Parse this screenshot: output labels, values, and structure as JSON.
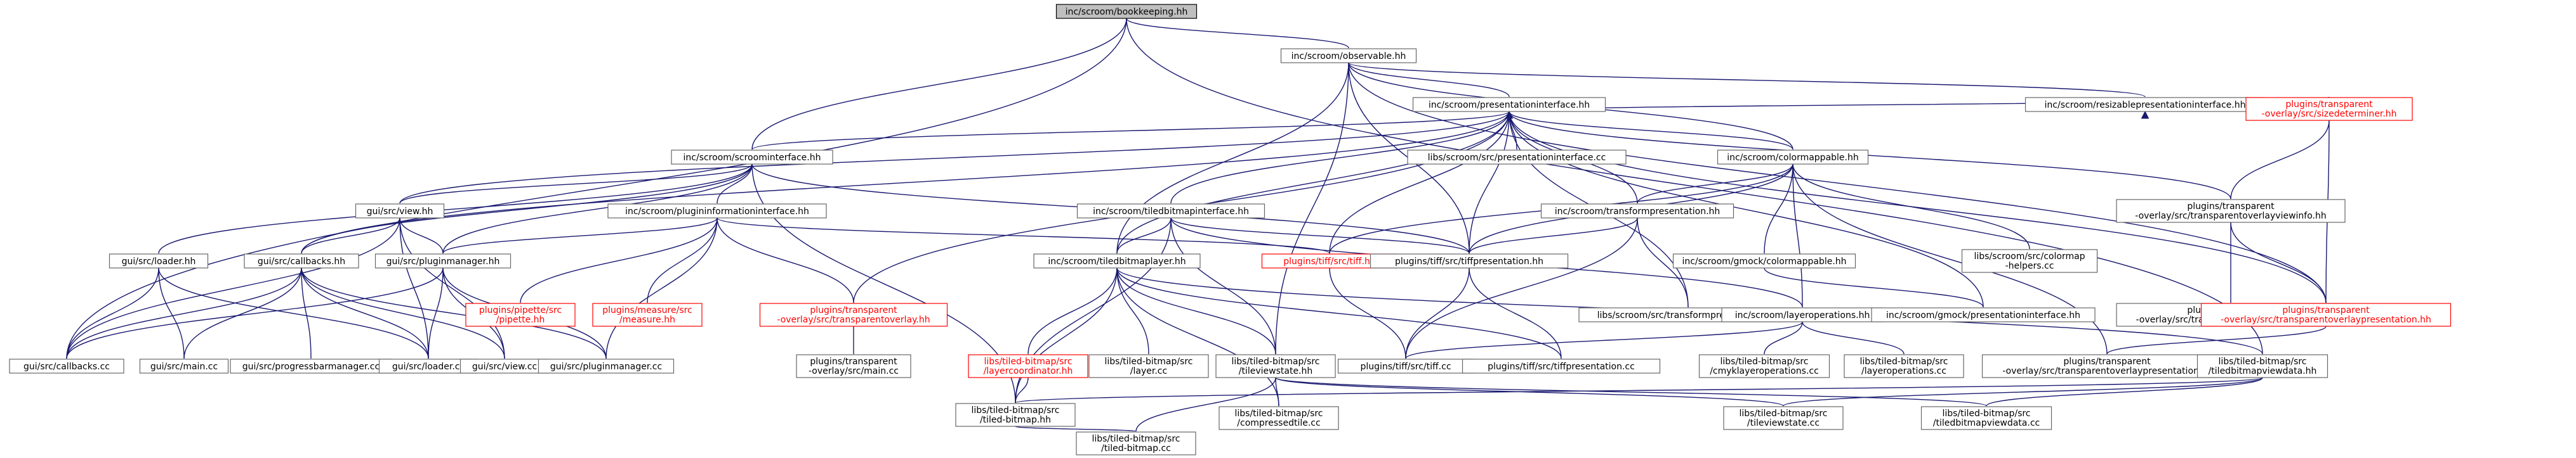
{
  "diagram": {
    "nodes": [
      {
        "id": "n_bk",
        "lines": [
          "inc/scroom/bookkeeping.hh"
        ],
        "root": true
      },
      {
        "id": "n_obs",
        "lines": [
          "inc/scroom/observable.hh"
        ]
      },
      {
        "id": "n_pi",
        "lines": [
          "inc/scroom/presentationinterface.hh"
        ]
      },
      {
        "id": "n_rpi",
        "lines": [
          "inc/scroom/resizablepresentationinterface.hh"
        ]
      },
      {
        "id": "n_sdet",
        "lines": [
          "plugins/transparent",
          "-overlay/src/sizedeterminer.hh"
        ],
        "red": true
      },
      {
        "id": "n_si",
        "lines": [
          "inc/scroom/scroominterface.hh"
        ]
      },
      {
        "id": "n_lpi",
        "lines": [
          "libs/scroom/src/presentationinterface.cc"
        ]
      },
      {
        "id": "n_cm",
        "lines": [
          "inc/scroom/colormappable.hh"
        ]
      },
      {
        "id": "n_tovi",
        "lines": [
          "plugins/transparent",
          "-overlay/src/transparentoverlayviewinfo.hh"
        ]
      },
      {
        "id": "n_view",
        "lines": [
          "gui/src/view.hh"
        ]
      },
      {
        "id": "n_pii",
        "lines": [
          "inc/scroom/plugininformationinterface.hh"
        ]
      },
      {
        "id": "n_tbi",
        "lines": [
          "inc/scroom/tiledbitmapinterface.hh"
        ]
      },
      {
        "id": "n_tp",
        "lines": [
          "inc/scroom/transformpresentation.hh"
        ]
      },
      {
        "id": "n_gcm",
        "lines": [
          "inc/scroom/gmock/colormappable.hh"
        ]
      },
      {
        "id": "n_cmh",
        "lines": [
          "libs/scroom/src/colormap",
          "-helpers.cc"
        ]
      },
      {
        "id": "n_toviCC",
        "lines": [
          "plugins/transparent",
          "-overlay/src/transparentoverlayviewinfo.cc"
        ]
      },
      {
        "id": "n_top",
        "lines": [
          "plugins/transparent",
          "-overlay/src/transparentoverlaypresentation.hh"
        ],
        "red": true
      },
      {
        "id": "n_loader",
        "lines": [
          "gui/src/loader.hh"
        ]
      },
      {
        "id": "n_cb",
        "lines": [
          "gui/src/callbacks.hh"
        ]
      },
      {
        "id": "n_pm",
        "lines": [
          "gui/src/pluginmanager.hh"
        ]
      },
      {
        "id": "n_pip",
        "lines": [
          "plugins/pipette/src",
          "/pipette.hh"
        ],
        "red": true
      },
      {
        "id": "n_meas",
        "lines": [
          "plugins/measure/src",
          "/measure.hh"
        ],
        "red": true
      },
      {
        "id": "n_to",
        "lines": [
          "plugins/transparent",
          "-overlay/src/transparentoverlay.hh"
        ],
        "red": true
      },
      {
        "id": "n_tbl",
        "lines": [
          "inc/scroom/tiledbitmaplayer.hh"
        ]
      },
      {
        "id": "n_tiff",
        "lines": [
          "plugins/tiff/src/tiff.hh"
        ],
        "red": true
      },
      {
        "id": "n_tiffp",
        "lines": [
          "plugins/tiff/src/tiffpresentation.hh"
        ]
      },
      {
        "id": "n_ltp",
        "lines": [
          "libs/scroom/src/transformpresentation.cc"
        ]
      },
      {
        "id": "n_lo",
        "lines": [
          "inc/scroom/layeroperations.hh"
        ]
      },
      {
        "id": "n_gpi",
        "lines": [
          "inc/scroom/gmock/presentationinterface.hh"
        ]
      },
      {
        "id": "n_callbacksCC",
        "lines": [
          "gui/src/callbacks.cc"
        ]
      },
      {
        "id": "n_mainCC",
        "lines": [
          "gui/src/main.cc"
        ]
      },
      {
        "id": "n_pbm",
        "lines": [
          "gui/src/progressbarmanager.cc"
        ]
      },
      {
        "id": "n_loaderCC",
        "lines": [
          "gui/src/loader.cc"
        ]
      },
      {
        "id": "n_viewCC",
        "lines": [
          "gui/src/view.cc"
        ]
      },
      {
        "id": "n_pmCC",
        "lines": [
          "gui/src/pluginmanager.cc"
        ]
      },
      {
        "id": "n_toMain",
        "lines": [
          "plugins/transparent",
          "-overlay/src/main.cc"
        ]
      },
      {
        "id": "n_lcoord",
        "lines": [
          "libs/tiled-bitmap/src",
          "/layercoordinator.hh"
        ],
        "red": true
      },
      {
        "id": "n_layerCC",
        "lines": [
          "libs/tiled-bitmap/src",
          "/layer.cc"
        ]
      },
      {
        "id": "n_tvs",
        "lines": [
          "libs/tiled-bitmap/src",
          "/tileviewstate.hh"
        ]
      },
      {
        "id": "n_tiffCC",
        "lines": [
          "plugins/tiff/src/tiff.cc"
        ]
      },
      {
        "id": "n_tiffpCC",
        "lines": [
          "plugins/tiff/src/tiffpresentation.cc"
        ]
      },
      {
        "id": "n_cmyk",
        "lines": [
          "libs/tiled-bitmap/src",
          "/cmyklayeroperations.cc"
        ]
      },
      {
        "id": "n_loCC",
        "lines": [
          "libs/tiled-bitmap/src",
          "/layeroperations.cc"
        ]
      },
      {
        "id": "n_topCC",
        "lines": [
          "plugins/transparent",
          "-overlay/src/transparentoverlaypresentation.cc"
        ]
      },
      {
        "id": "n_tbvd",
        "lines": [
          "libs/tiled-bitmap/src",
          "/tiledbitmapviewdata.hh"
        ]
      },
      {
        "id": "n_tbh",
        "lines": [
          "libs/tiled-bitmap/src",
          "/tiled-bitmap.hh"
        ]
      },
      {
        "id": "n_comp",
        "lines": [
          "libs/tiled-bitmap/src",
          "/compressedtile.cc"
        ]
      },
      {
        "id": "n_tvsCC",
        "lines": [
          "libs/tiled-bitmap/src",
          "/tileviewstate.cc"
        ]
      },
      {
        "id": "n_tbvdCC",
        "lines": [
          "libs/tiled-bitmap/src",
          "/tiledbitmapviewdata.cc"
        ]
      },
      {
        "id": "n_tbCC",
        "lines": [
          "libs/tiled-bitmap/src",
          "/tiled-bitmap.cc"
        ]
      }
    ],
    "edges": [
      [
        "n_bk",
        "n_obs"
      ],
      [
        "n_bk",
        "n_si"
      ],
      [
        "n_bk",
        "n_callbacksCC"
      ],
      [
        "n_bk",
        "n_tbvd"
      ],
      [
        "n_obs",
        "n_pi"
      ],
      [
        "n_obs",
        "n_rpi"
      ],
      [
        "n_obs",
        "n_cm"
      ],
      [
        "n_obs",
        "n_tbl"
      ],
      [
        "n_obs",
        "n_tiffp"
      ],
      [
        "n_obs",
        "n_tvs"
      ],
      [
        "n_obs",
        "n_top"
      ],
      [
        "n_pi",
        "n_si"
      ],
      [
        "n_pi",
        "n_lpi"
      ],
      [
        "n_pi",
        "n_cm"
      ],
      [
        "n_pi",
        "n_tovi"
      ],
      [
        "n_pi",
        "n_sdet"
      ],
      [
        "n_pi",
        "n_view"
      ],
      [
        "n_pi",
        "n_cb"
      ],
      [
        "n_pi",
        "n_tbi"
      ],
      [
        "n_pi",
        "n_tp"
      ],
      [
        "n_pi",
        "n_tiffp"
      ],
      [
        "n_pi",
        "n_to"
      ],
      [
        "n_pi",
        "n_gpi"
      ],
      [
        "n_pi",
        "n_top"
      ],
      [
        "n_pi",
        "n_tiff"
      ],
      [
        "n_pi",
        "n_tbl"
      ],
      [
        "n_pi",
        "n_ltp"
      ],
      [
        "n_rpi",
        "n_sdet"
      ],
      [
        "n_sdet",
        "n_tovi"
      ],
      [
        "n_sdet",
        "n_top"
      ],
      [
        "n_si",
        "n_view"
      ],
      [
        "n_si",
        "n_pii"
      ],
      [
        "n_si",
        "n_loader"
      ],
      [
        "n_si",
        "n_cb"
      ],
      [
        "n_si",
        "n_pm"
      ],
      [
        "n_si",
        "n_tiffp"
      ],
      [
        "n_si",
        "n_tbh"
      ],
      [
        "n_cm",
        "n_tp"
      ],
      [
        "n_cm",
        "n_gcm"
      ],
      [
        "n_cm",
        "n_cmh"
      ],
      [
        "n_cm",
        "n_lo"
      ],
      [
        "n_cm",
        "n_tiffp"
      ],
      [
        "n_cm",
        "n_tiff"
      ],
      [
        "n_cm",
        "n_topCC"
      ],
      [
        "n_tovi",
        "n_toviCC"
      ],
      [
        "n_tovi",
        "n_top"
      ],
      [
        "n_view",
        "n_cb"
      ],
      [
        "n_view",
        "n_pm"
      ],
      [
        "n_view",
        "n_callbacksCC"
      ],
      [
        "n_view",
        "n_viewCC"
      ],
      [
        "n_view",
        "n_loaderCC"
      ],
      [
        "n_pii",
        "n_pm"
      ],
      [
        "n_pii",
        "n_pip"
      ],
      [
        "n_pii",
        "n_meas"
      ],
      [
        "n_pii",
        "n_to"
      ],
      [
        "n_pii",
        "n_tiff"
      ],
      [
        "n_pii",
        "n_pmCC"
      ],
      [
        "n_tbi",
        "n_tbl"
      ],
      [
        "n_tbi",
        "n_tiffp"
      ],
      [
        "n_tbi",
        "n_lo"
      ],
      [
        "n_tbi",
        "n_tvs"
      ],
      [
        "n_tbi",
        "n_tbh"
      ],
      [
        "n_tp",
        "n_ltp"
      ],
      [
        "n_tp",
        "n_tiffp"
      ],
      [
        "n_tp",
        "n_tiffCC"
      ],
      [
        "n_gcm",
        "n_gpi"
      ],
      [
        "n_top",
        "n_topCC"
      ],
      [
        "n_loader",
        "n_callbacksCC"
      ],
      [
        "n_loader",
        "n_mainCC"
      ],
      [
        "n_loader",
        "n_loaderCC"
      ],
      [
        "n_cb",
        "n_callbacksCC"
      ],
      [
        "n_cb",
        "n_mainCC"
      ],
      [
        "n_cb",
        "n_pbm"
      ],
      [
        "n_cb",
        "n_loaderCC"
      ],
      [
        "n_cb",
        "n_viewCC"
      ],
      [
        "n_cb",
        "n_pmCC"
      ],
      [
        "n_pm",
        "n_callbacksCC"
      ],
      [
        "n_pm",
        "n_loaderCC"
      ],
      [
        "n_pm",
        "n_pmCC"
      ],
      [
        "n_pm",
        "n_viewCC"
      ],
      [
        "n_to",
        "n_toMain"
      ],
      [
        "n_tbl",
        "n_lcoord"
      ],
      [
        "n_tbl",
        "n_layerCC"
      ],
      [
        "n_tbl",
        "n_tvs"
      ],
      [
        "n_tbl",
        "n_tiffpCC"
      ],
      [
        "n_tbl",
        "n_tbh"
      ],
      [
        "n_tbl",
        "n_comp"
      ],
      [
        "n_tbl",
        "n_tbvd"
      ],
      [
        "n_lcoord",
        "n_tbh"
      ],
      [
        "n_tiff",
        "n_tiffCC"
      ],
      [
        "n_tiffp",
        "n_tiffCC"
      ],
      [
        "n_tiffp",
        "n_tiffpCC"
      ],
      [
        "n_lo",
        "n_cmyk"
      ],
      [
        "n_lo",
        "n_loCC"
      ],
      [
        "n_lo",
        "n_tiffCC"
      ],
      [
        "n_tvs",
        "n_comp"
      ],
      [
        "n_tvs",
        "n_tvsCC"
      ],
      [
        "n_tvs",
        "n_tbvdCC"
      ],
      [
        "n_tvs",
        "n_tbCC"
      ],
      [
        "n_tbvd",
        "n_tbh"
      ],
      [
        "n_tbvd",
        "n_tvsCC"
      ],
      [
        "n_tbvd",
        "n_tbvdCC"
      ],
      [
        "n_tbh",
        "n_tbCC"
      ]
    ]
  }
}
